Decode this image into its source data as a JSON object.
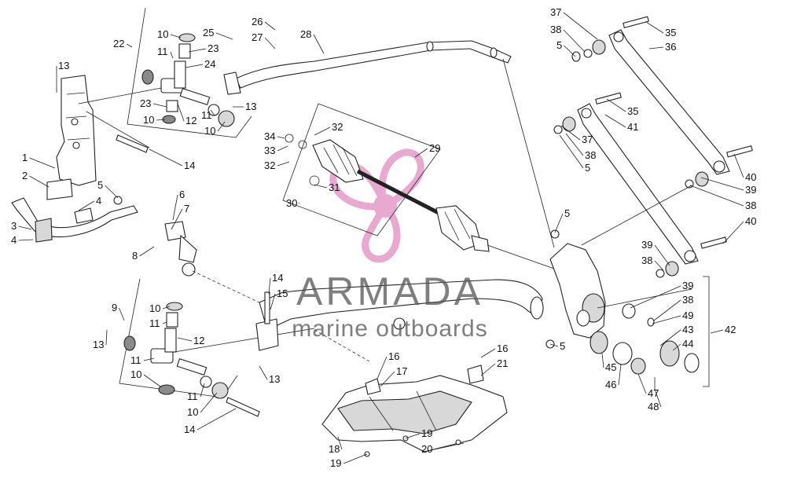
{
  "callouts": [
    {
      "id": "c1",
      "text": "1"
    },
    {
      "id": "c2",
      "text": "2"
    },
    {
      "id": "c3",
      "text": "3"
    },
    {
      "id": "c4a",
      "text": "4"
    },
    {
      "id": "c4b",
      "text": "4"
    },
    {
      "id": "c5a",
      "text": "5"
    },
    {
      "id": "c5b",
      "text": "5"
    },
    {
      "id": "c5c",
      "text": "5"
    },
    {
      "id": "c5d",
      "text": "5"
    },
    {
      "id": "c5e",
      "text": "5"
    },
    {
      "id": "c6",
      "text": "6"
    },
    {
      "id": "c7",
      "text": "7"
    },
    {
      "id": "c8",
      "text": "8"
    },
    {
      "id": "c9",
      "text": "9"
    },
    {
      "id": "c10a",
      "text": "10"
    },
    {
      "id": "c10b",
      "text": "10"
    },
    {
      "id": "c10c",
      "text": "10"
    },
    {
      "id": "c10d",
      "text": "10"
    },
    {
      "id": "c10e",
      "text": "10"
    },
    {
      "id": "c10f",
      "text": "10"
    },
    {
      "id": "c11a",
      "text": "11"
    },
    {
      "id": "c11b",
      "text": "11"
    },
    {
      "id": "c11c",
      "text": "11"
    },
    {
      "id": "c11d",
      "text": "11"
    },
    {
      "id": "c11e",
      "text": "11"
    },
    {
      "id": "c12a",
      "text": "12"
    },
    {
      "id": "c12b",
      "text": "12"
    },
    {
      "id": "c13a",
      "text": "13"
    },
    {
      "id": "c13b",
      "text": "13"
    },
    {
      "id": "c13c",
      "text": "13"
    },
    {
      "id": "c13d",
      "text": "13"
    },
    {
      "id": "c14a",
      "text": "14"
    },
    {
      "id": "c14b",
      "text": "14"
    },
    {
      "id": "c14c",
      "text": "14"
    },
    {
      "id": "c15",
      "text": "15"
    },
    {
      "id": "c16a",
      "text": "16"
    },
    {
      "id": "c16b",
      "text": "16"
    },
    {
      "id": "c17",
      "text": "17"
    },
    {
      "id": "c18",
      "text": "18"
    },
    {
      "id": "c19a",
      "text": "19"
    },
    {
      "id": "c19b",
      "text": "19"
    },
    {
      "id": "c20",
      "text": "20"
    },
    {
      "id": "c21",
      "text": "21"
    },
    {
      "id": "c22",
      "text": "22"
    },
    {
      "id": "c23a",
      "text": "23"
    },
    {
      "id": "c23b",
      "text": "23"
    },
    {
      "id": "c24",
      "text": "24"
    },
    {
      "id": "c25",
      "text": "25"
    },
    {
      "id": "c26",
      "text": "26"
    },
    {
      "id": "c27",
      "text": "27"
    },
    {
      "id": "c28",
      "text": "28"
    },
    {
      "id": "c29",
      "text": "29"
    },
    {
      "id": "c30",
      "text": "30"
    },
    {
      "id": "c31",
      "text": "31"
    },
    {
      "id": "c32a",
      "text": "32"
    },
    {
      "id": "c32b",
      "text": "32"
    },
    {
      "id": "c33",
      "text": "33"
    },
    {
      "id": "c34",
      "text": "34"
    },
    {
      "id": "c35a",
      "text": "35"
    },
    {
      "id": "c35b",
      "text": "35"
    },
    {
      "id": "c36",
      "text": "36"
    },
    {
      "id": "c37a",
      "text": "37"
    },
    {
      "id": "c37b",
      "text": "37"
    },
    {
      "id": "c38a",
      "text": "38"
    },
    {
      "id": "c38b",
      "text": "38"
    },
    {
      "id": "c38c",
      "text": "38"
    },
    {
      "id": "c38d",
      "text": "38"
    },
    {
      "id": "c38e",
      "text": "38"
    },
    {
      "id": "c39a",
      "text": "39"
    },
    {
      "id": "c39b",
      "text": "39"
    },
    {
      "id": "c39c",
      "text": "39"
    },
    {
      "id": "c40a",
      "text": "40"
    },
    {
      "id": "c40b",
      "text": "40"
    },
    {
      "id": "c41",
      "text": "41"
    },
    {
      "id": "c42",
      "text": "42"
    },
    {
      "id": "c43",
      "text": "43"
    },
    {
      "id": "c44",
      "text": "44"
    },
    {
      "id": "c45",
      "text": "45"
    },
    {
      "id": "c46",
      "text": "46"
    },
    {
      "id": "c47",
      "text": "47"
    },
    {
      "id": "c48",
      "text": "48"
    },
    {
      "id": "c49",
      "text": "49"
    }
  ],
  "watermark": {
    "brand": "ARMADA",
    "tagline": "marine outboards",
    "logo_color": "#e59ac8"
  }
}
